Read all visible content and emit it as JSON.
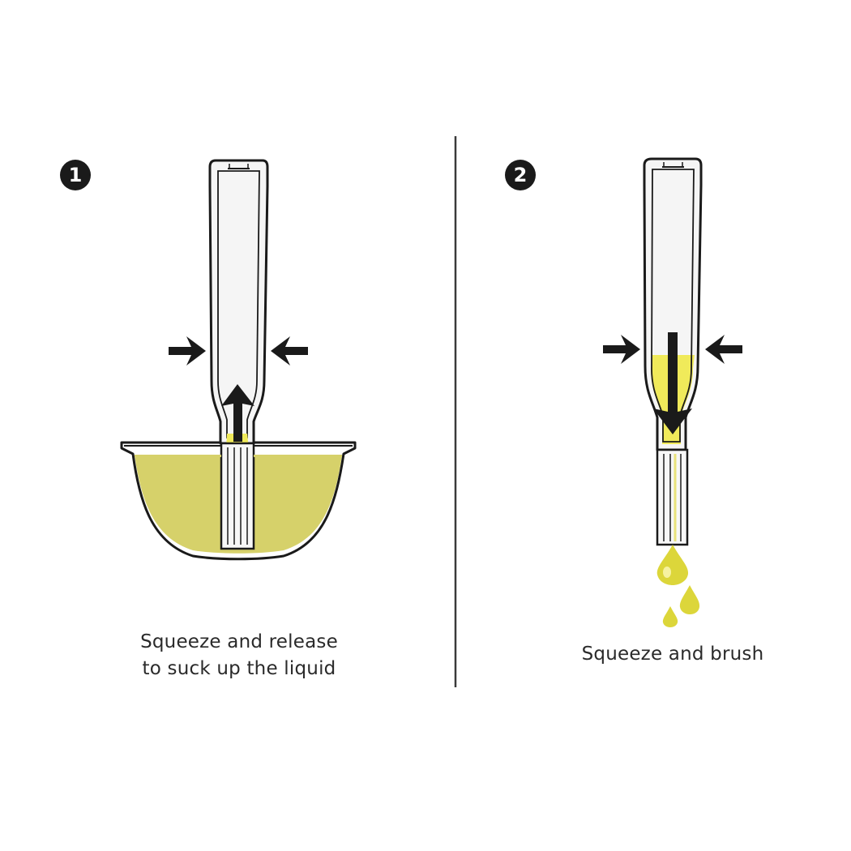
{
  "steps": [
    {
      "number": "1",
      "caption_lines": [
        "Squeeze and release",
        "to suck up the liquid"
      ]
    },
    {
      "number": "2",
      "caption_lines": [
        "Squeeze and brush"
      ]
    }
  ],
  "colors": {
    "liquid": "#d6d16a",
    "liquid_bright": "#f0ea5a",
    "liquid_drop": "#dcd63a",
    "outline": "#1a1a1a",
    "brush_fill": "#f7f7f7",
    "background": "#ffffff"
  },
  "icons": {
    "squeeze_arrows": "arrow-right-icon / arrow-left-icon",
    "flow_up": "arrow-up-icon",
    "flow_down": "arrow-down-icon"
  }
}
